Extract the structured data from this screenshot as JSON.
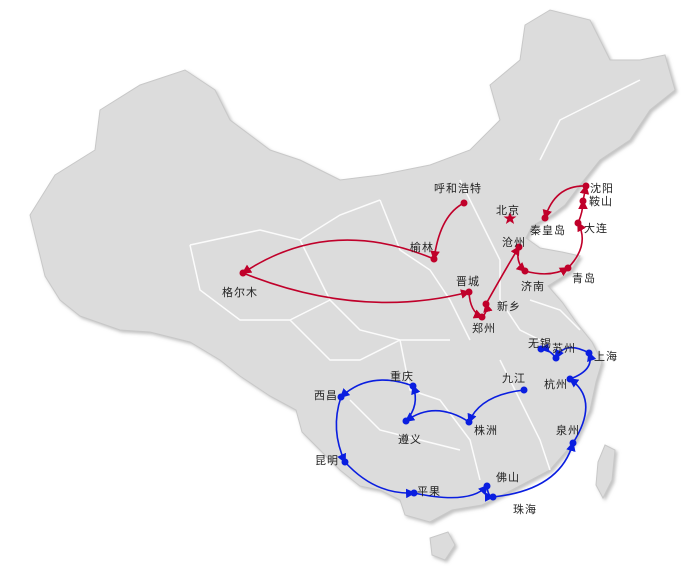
{
  "colors": {
    "land": "#dcdcdc",
    "border": "#ffffff",
    "red_route": "#c0002a",
    "blue_route": "#0a1ee0"
  },
  "capital": {
    "name": "北京",
    "icon": "star-icon"
  },
  "red_route": {
    "cities": [
      "呼和浩特",
      "榆林",
      "格尔木",
      "晋城",
      "郑州",
      "新乡",
      "沧州",
      "济南",
      "青岛",
      "大连",
      "鞍山",
      "沈阳",
      "秦皇岛"
    ]
  },
  "blue_route": {
    "cities": [
      "九江",
      "株洲",
      "遵义",
      "重庆",
      "西昌",
      "昆明",
      "平果",
      "佛山",
      "珠海",
      "泉州",
      "杭州",
      "上海",
      "苏州",
      "无锡"
    ]
  }
}
